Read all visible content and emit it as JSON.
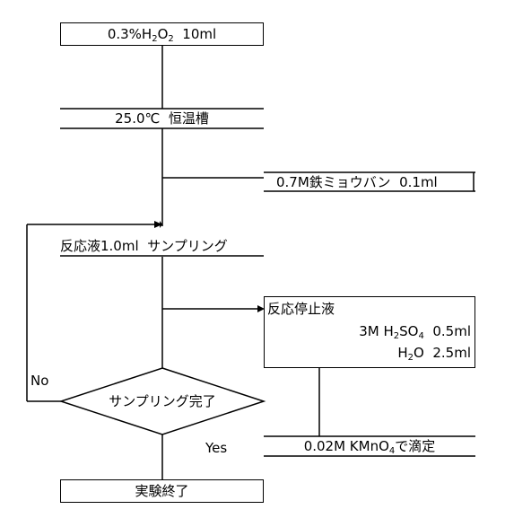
{
  "nodes": {
    "start": {
      "pre": "0.3%H",
      "sub1": "2",
      "mid": "O",
      "sub2": "2",
      "post": "  10ml"
    },
    "bath": "25.0℃  恒温槽",
    "alum": "0.7M鉄ミョウバン  0.1ml",
    "sampling": "反応液1.0ml  サンプリング",
    "stop": {
      "title": "反応停止液",
      "line1": {
        "pre": "3M H",
        "sub1": "2",
        "mid": "SO",
        "sub2": "4",
        "post": "  0.5ml"
      },
      "line2": {
        "pre": "H",
        "sub1": "2",
        "post": "O  2.5ml"
      }
    },
    "titrate": {
      "pre": "0.02M KMnO",
      "sub1": "4",
      "post": "で滴定"
    },
    "decision": "サンプリング完了",
    "end": "実験終了"
  },
  "branches": {
    "no": "No",
    "yes": "Yes"
  }
}
